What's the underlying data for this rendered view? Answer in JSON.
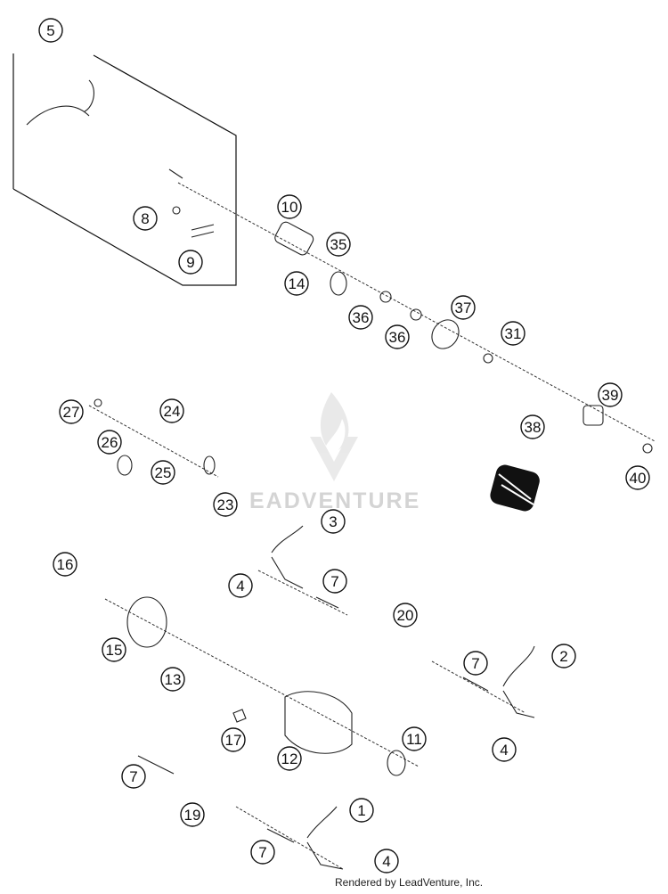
{
  "callouts": [
    "5",
    "10",
    "8",
    "9",
    "35",
    "14",
    "36",
    "36",
    "37",
    "31",
    "39",
    "38",
    "40",
    "27",
    "24",
    "26",
    "25",
    "23",
    "3",
    "16",
    "4",
    "7",
    "20",
    "15",
    "13",
    "7",
    "2",
    "17",
    "11",
    "12",
    "4",
    "7",
    "19",
    "1",
    "7",
    "4"
  ],
  "watermark": "EADVENTURE",
  "footer": "Rendered by LeadVenture, Inc."
}
